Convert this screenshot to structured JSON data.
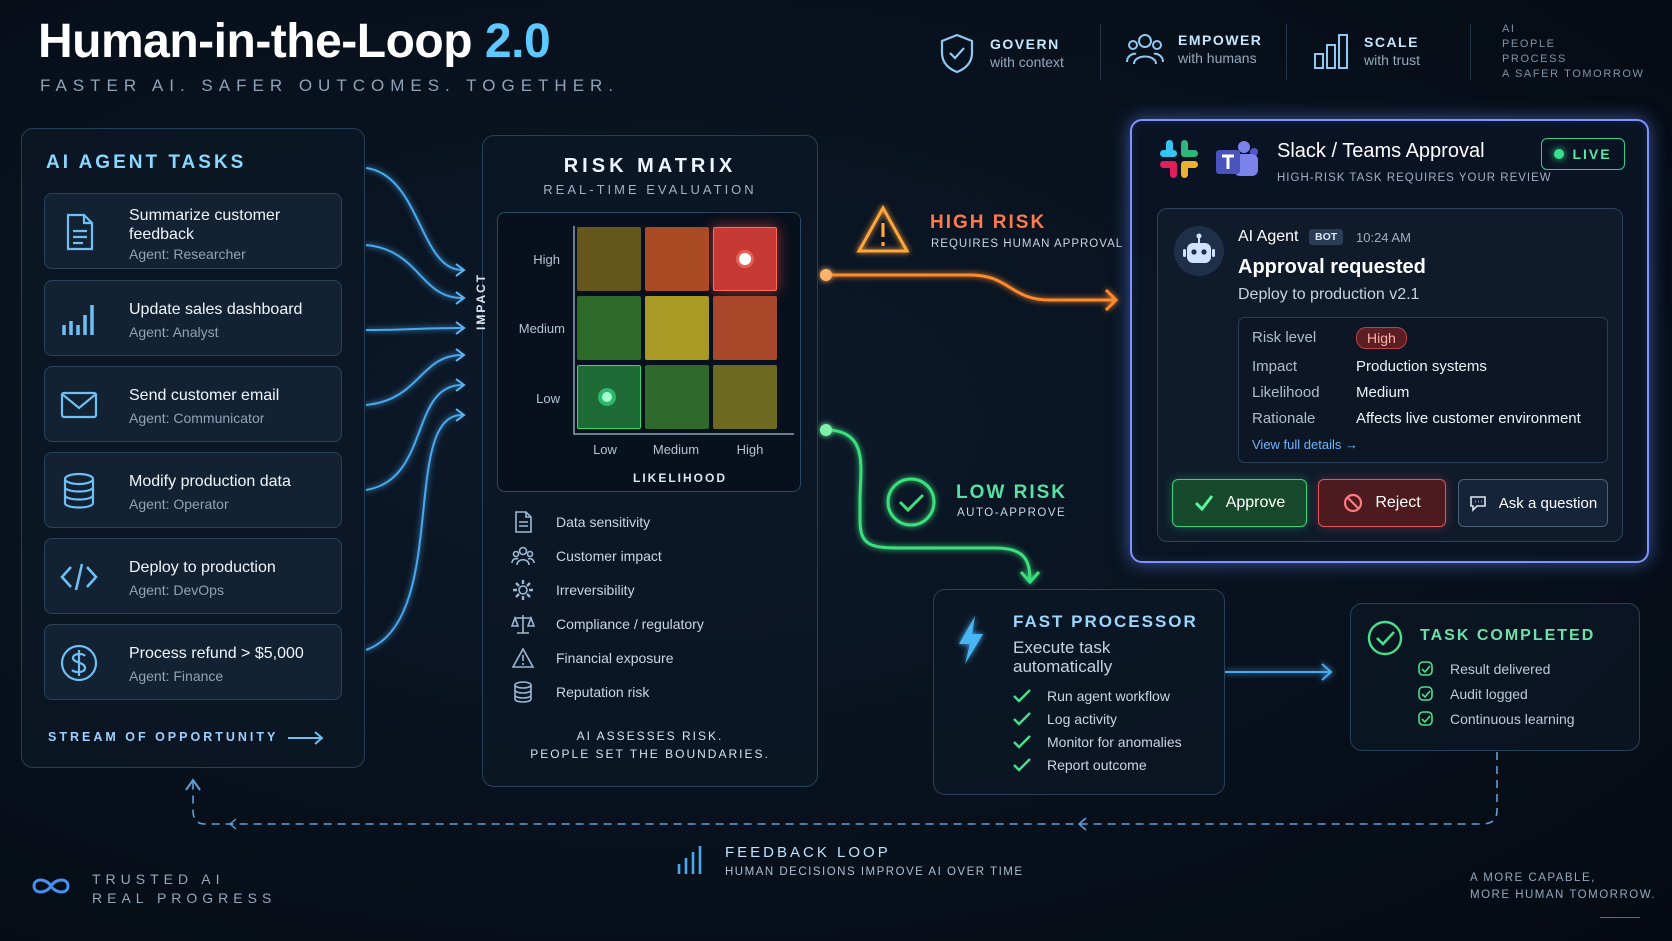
{
  "header": {
    "title_main": "Human-in-the-Loop",
    "title_version": "2.0",
    "subtitle": "FASTER AI. SAFER OUTCOMES. TOGETHER.",
    "pillars": [
      {
        "icon": "shield-check-icon",
        "title": "GOVERN",
        "sub": "with context"
      },
      {
        "icon": "people-icon",
        "title": "EMPOWER",
        "sub": "with humans"
      },
      {
        "icon": "bar-chart-icon",
        "title": "SCALE",
        "sub": "with trust"
      }
    ],
    "tagline": [
      "AI",
      "PEOPLE",
      "PROCESS",
      "A SAFER TOMORROW"
    ]
  },
  "tasks": {
    "title": "AI AGENT TASKS",
    "items": [
      {
        "icon": "document-icon",
        "label": "Summarize customer feedback",
        "agent": "Agent: Researcher"
      },
      {
        "icon": "bar-chart-icon",
        "label": "Update sales dashboard",
        "agent": "Agent: Analyst"
      },
      {
        "icon": "envelope-icon",
        "label": "Send customer email",
        "agent": "Agent: Communicator"
      },
      {
        "icon": "database-icon",
        "label": "Modify production data",
        "agent": "Agent: Operator"
      },
      {
        "icon": "code-icon",
        "label": "Deploy to production",
        "agent": "Agent: DevOps"
      },
      {
        "icon": "dollar-icon",
        "label": "Process refund > $5,000",
        "agent": "Agent: Finance"
      }
    ],
    "stream": "STREAM OF OPPORTUNITY"
  },
  "risk_matrix": {
    "title": "RISK MATRIX",
    "subtitle": "REAL-TIME EVALUATION",
    "y_axis": "IMPACT",
    "x_axis": "LIKELIHOOD",
    "y_levels": [
      "High",
      "Medium",
      "Low"
    ],
    "x_levels": [
      "Low",
      "Medium",
      "High"
    ],
    "factors": [
      {
        "icon": "document-icon",
        "label": "Data sensitivity"
      },
      {
        "icon": "people-icon",
        "label": "Customer impact"
      },
      {
        "icon": "gear-icon",
        "label": "Irreversibility"
      },
      {
        "icon": "scale-icon",
        "label": "Compliance / regulatory"
      },
      {
        "icon": "warning-icon",
        "label": "Financial exposure"
      },
      {
        "icon": "database-icon",
        "label": "Reputation risk"
      }
    ],
    "footer_1": "AI ASSESSES RISK.",
    "footer_2": "PEOPLE SET THE BOUNDARIES."
  },
  "routing": {
    "high_label": "HIGH RISK",
    "high_sub": "REQUIRES HUMAN APPROVAL",
    "low_label": "LOW RISK",
    "low_sub": "AUTO-APPROVE"
  },
  "approval": {
    "title": "Slack / Teams Approval",
    "subtitle": "HIGH-RISK TASK REQUIRES YOUR REVIEW",
    "live": "LIVE",
    "sender": "AI Agent",
    "bot_tag": "BOT",
    "time": "10:24 AM",
    "heading": "Approval requested",
    "text": "Deploy to production v2.1",
    "rows": [
      {
        "key": "Risk level",
        "value": "High"
      },
      {
        "key": "Impact",
        "value": "Production systems"
      },
      {
        "key": "Likelihood",
        "value": "Medium"
      },
      {
        "key": "Rationale",
        "value": "Affects live customer environment"
      }
    ],
    "link": "View full details",
    "approve": "Approve",
    "reject": "Reject",
    "ask": "Ask a question"
  },
  "processor": {
    "title": "FAST PROCESSOR",
    "sub": "Execute task automatically",
    "items": [
      "Run agent workflow",
      "Log activity",
      "Monitor for anomalies",
      "Report outcome"
    ]
  },
  "completed": {
    "title": "TASK COMPLETED",
    "items": [
      "Result delivered",
      "Audit logged",
      "Continuous learning"
    ]
  },
  "footer": {
    "feedback_title": "FEEDBACK LOOP",
    "feedback_sub": "HUMAN DECISIONS IMPROVE AI OVER TIME",
    "trust_1": "TRUSTED AI",
    "trust_2": "REAL PROGRESS",
    "tomorrow_1": "A MORE CAPABLE,",
    "tomorrow_2": "MORE HUMAN TOMORROW."
  },
  "colors": {
    "accent": "#5ec9ff",
    "high": "#ff7a3a",
    "low": "#36e08f",
    "approval_glow": "#7d94ff"
  }
}
